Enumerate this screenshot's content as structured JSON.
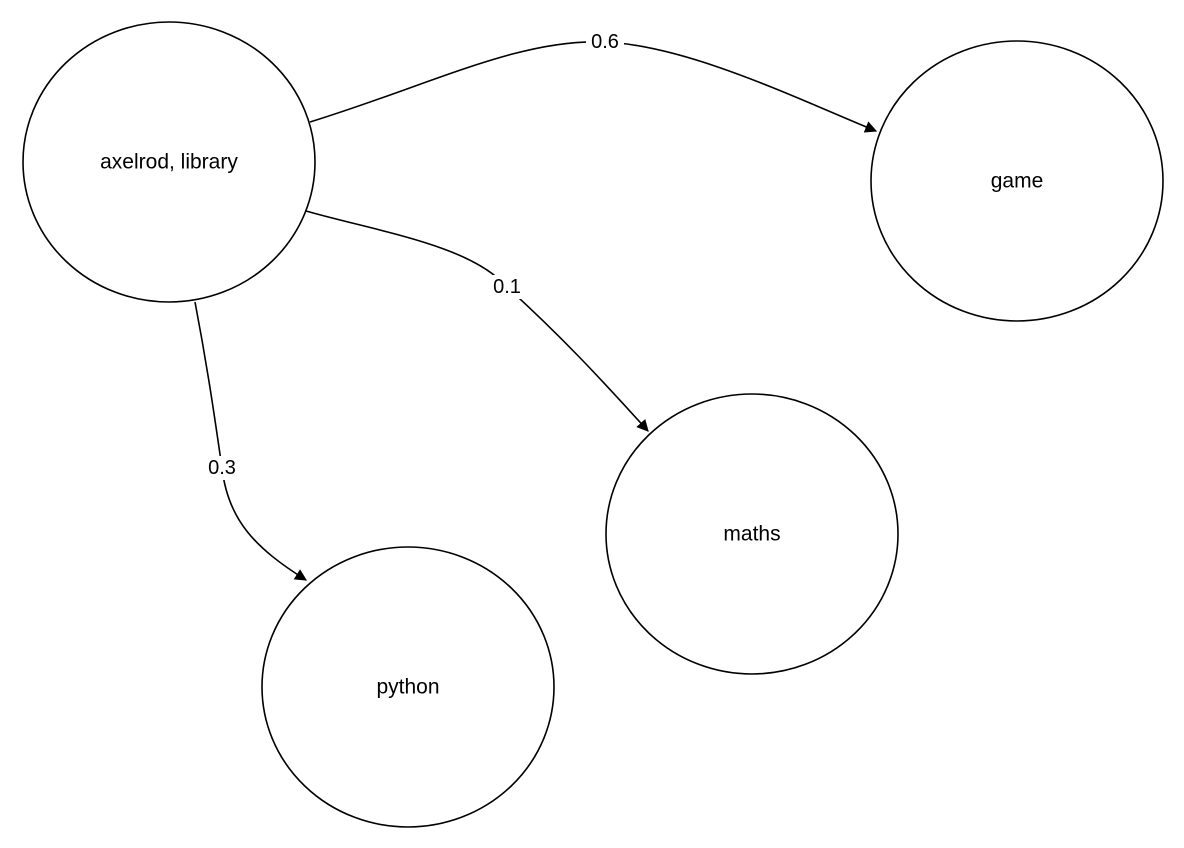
{
  "nodes": {
    "axelrod": {
      "label": "axelrod, library"
    },
    "game": {
      "label": "game"
    },
    "maths": {
      "label": "maths"
    },
    "python": {
      "label": "python"
    }
  },
  "edges": {
    "to_game": {
      "from": "axelrod, library",
      "to": "game",
      "weight": "0.6"
    },
    "to_maths": {
      "from": "axelrod, library",
      "to": "maths",
      "weight": "0.1"
    },
    "to_python": {
      "from": "axelrod, library",
      "to": "python",
      "weight": "0.3"
    }
  },
  "colors": {
    "stroke": "#000000",
    "background": "#ffffff"
  }
}
